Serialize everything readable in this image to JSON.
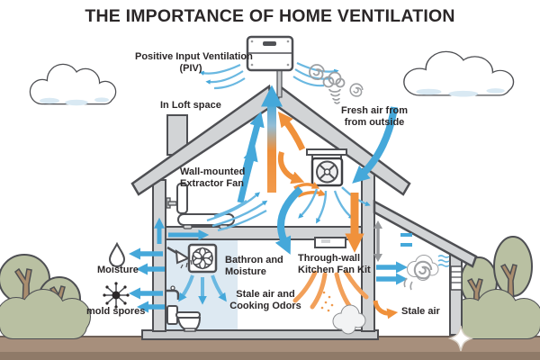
{
  "title": "THE IMPORTANCE OF HOME VENTILATION",
  "annotations": {
    "piv": {
      "line1": "Positive Input Ventilation",
      "line2": "(PIV)"
    },
    "loft": {
      "line1": "In Loft space"
    },
    "wall_fan": {
      "line1": "Wall-mounted",
      "line2": "Extractor Fan"
    },
    "fresh_air": {
      "line1": "Fresh air from",
      "line2": "from outside"
    },
    "bathroom": {
      "line1": "Bathron and",
      "line2": "Moisture"
    },
    "kitchen_fan": {
      "line1": "Through-wall",
      "line2": "Kitchen Fan Kit"
    },
    "stale_cooking": {
      "line1": "Stale air and",
      "line2": "Cooking Odors"
    },
    "moisture": {
      "line1": "Moisture"
    },
    "mold_spores": {
      "line1": "mold spores"
    },
    "stale_air": {
      "line1": "Stale air"
    }
  },
  "icons": {
    "moisture-drop-icon": "water droplet outline",
    "mold-spores-icon": "dark spore burst with dotted spokes",
    "air-swirl-icon": "gray spiral air curl",
    "steam-coil-icon": "gray cloud with spring coil",
    "stale-air-swirl-icon": "gray swirl cloud",
    "cooking-steam-icon": "gray steam cloud",
    "sparkle-icon": "four point sparkle",
    "fan-icon": "extractor fan with blades",
    "double-arrow-icon": "gray up-down arrow"
  },
  "colors": {
    "fresh_air_blue": "#45a8da",
    "stale_air_orange": "#f0913b",
    "structure_gray": "#d2d4d6",
    "outline_dark": "#4e4f53",
    "ground_brown": "#a78f7c",
    "ground_dark_brown": "#8f7a68",
    "foliage_green": "#b9c0a2",
    "trunk_brown": "#a98d6e",
    "bathroom_panel_blue": "#dde9f2",
    "text_dark": "#2b2728"
  }
}
